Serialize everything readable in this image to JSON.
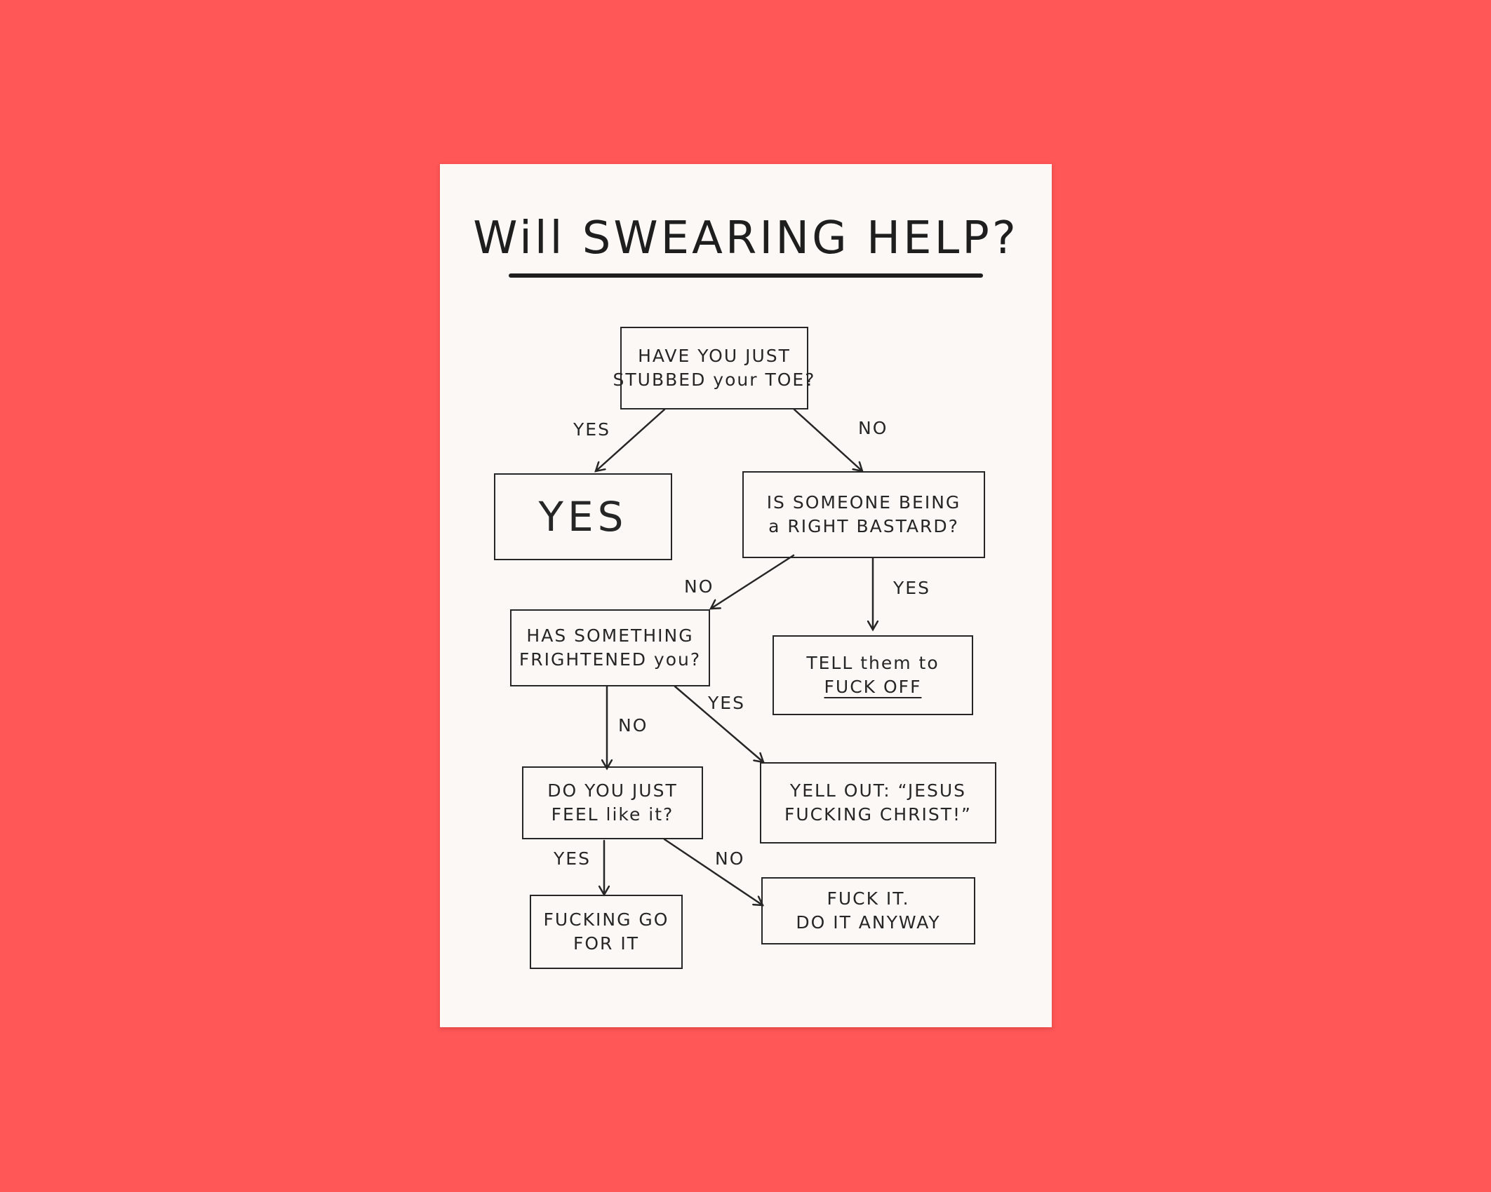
{
  "title": "Will SWEARING HELP?",
  "nodes": {
    "q1": [
      "HAVE YOU JUST",
      "STUBBED your TOE?"
    ],
    "yes_result": "YES",
    "q2": [
      "IS SOMEONE BEING",
      "a RIGHT BASTARD?"
    ],
    "q3": [
      "HAS SOMETHING",
      "FRIGHTENED you?"
    ],
    "r_tell": [
      "TELL them to",
      "FUCK OFF"
    ],
    "q4": [
      "DO YOU JUST",
      "FEEL like it?"
    ],
    "r_yell": [
      "YELL OUT: “JESUS",
      "FUCKING CHRIST!”"
    ],
    "r_go": [
      "FUCKING GO",
      "FOR IT"
    ],
    "r_anyway": [
      "FUCK IT.",
      "DO IT ANYWAY"
    ]
  },
  "labels": {
    "q1_yes": "YES",
    "q1_no": "NO",
    "q2_no": "NO",
    "q2_yes": "YES",
    "q3_yes": "YES",
    "q3_no": "NO",
    "q4_yes": "YES",
    "q4_no": "NO"
  },
  "colors": {
    "background": "#ff5757",
    "card": "#fcf8f6",
    "ink": "#262626"
  }
}
